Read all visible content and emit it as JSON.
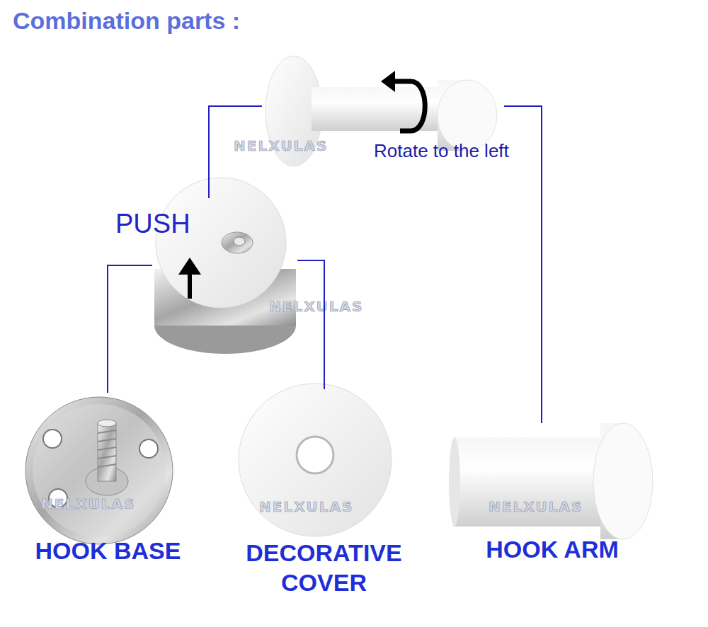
{
  "diagram": {
    "title": "Combination parts :",
    "nodes": [
      {
        "text": [
          "Rotate to the left"
        ]
      },
      {
        "text": [
          "PUSH"
        ]
      },
      {
        "text": [
          "HOOK BASE"
        ]
      },
      {
        "text": [
          "DECORATIVE COVER"
        ]
      },
      {
        "text": [
          "HOOK ARM"
        ]
      }
    ],
    "edges": [
      {
        "from": 2,
        "to": 1,
        "arrow": "none"
      },
      {
        "from": 3,
        "to": 1,
        "arrow": "none"
      },
      {
        "from": 1,
        "to": 0,
        "arrow": "none"
      },
      {
        "from": 4,
        "to": 0,
        "arrow": "none"
      }
    ],
    "labels": [
      "NELXULAS",
      "NELXULAS",
      "NELXULAS",
      "NELXULAS",
      "NELXULAS"
    ]
  }
}
